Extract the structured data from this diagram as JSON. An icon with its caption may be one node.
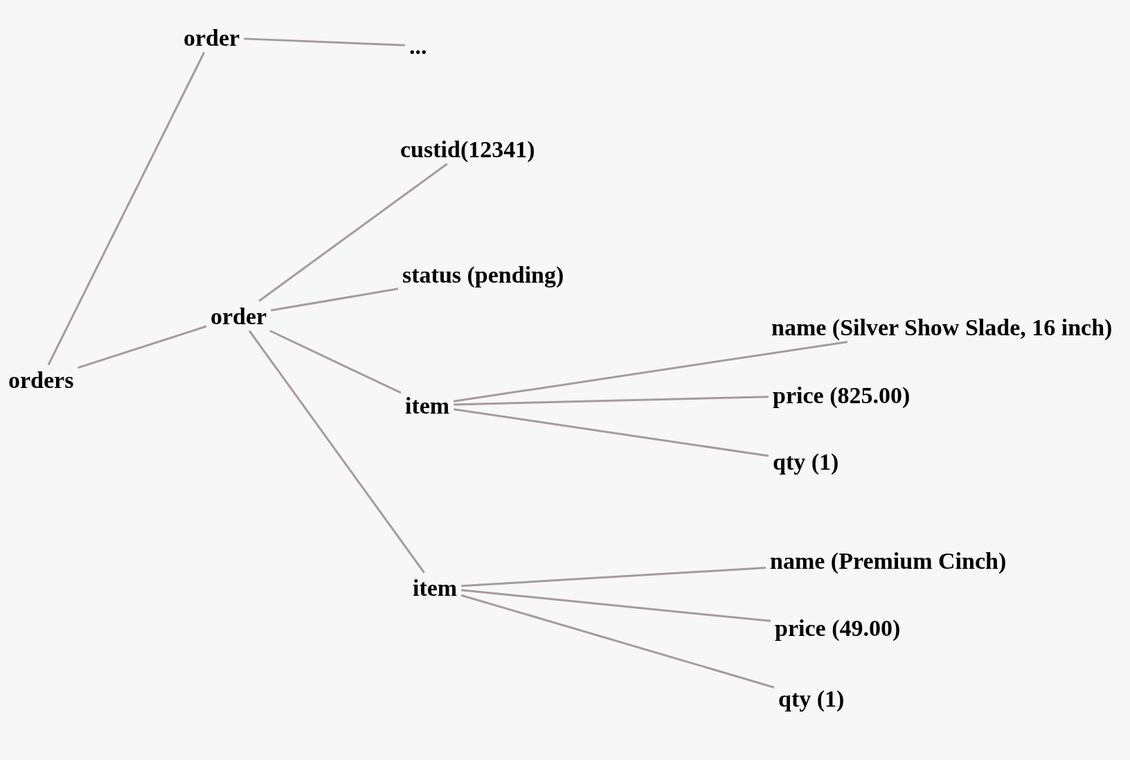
{
  "diagram": {
    "nodes": [
      {
        "text": [
          "orders"
        ]
      },
      {
        "text": [
          "order"
        ]
      },
      {
        "text": [
          "..."
        ]
      },
      {
        "text": [
          "order"
        ]
      },
      {
        "text": [
          "custid(12341)"
        ]
      },
      {
        "text": [
          "status (pending)"
        ]
      },
      {
        "text": [
          "item"
        ]
      },
      {
        "text": [
          "name (Silver Show Slade, 16 inch)"
        ]
      },
      {
        "text": [
          "price (825.00)"
        ]
      },
      {
        "text": [
          "qty (1)"
        ]
      },
      {
        "text": [
          "item"
        ]
      },
      {
        "text": [
          "name (Premium Cinch)"
        ]
      },
      {
        "text": [
          "price (49.00)"
        ]
      },
      {
        "text": [
          "qty (1)"
        ]
      }
    ],
    "edges": [
      {
        "from": 0,
        "to": 1,
        "arrow": "none"
      },
      {
        "from": 1,
        "to": 2,
        "arrow": "none"
      },
      {
        "from": 0,
        "to": 3,
        "arrow": "none"
      },
      {
        "from": 3,
        "to": 4,
        "arrow": "none"
      },
      {
        "from": 3,
        "to": 5,
        "arrow": "none"
      },
      {
        "from": 3,
        "to": 6,
        "arrow": "none"
      },
      {
        "from": 3,
        "to": 10,
        "arrow": "none"
      },
      {
        "from": 6,
        "to": 7,
        "arrow": "none"
      },
      {
        "from": 6,
        "to": 8,
        "arrow": "none"
      },
      {
        "from": 6,
        "to": 9,
        "arrow": "none"
      },
      {
        "from": 10,
        "to": 11,
        "arrow": "none"
      },
      {
        "from": 10,
        "to": 12,
        "arrow": "none"
      },
      {
        "from": 10,
        "to": 13,
        "arrow": "none"
      }
    ]
  }
}
